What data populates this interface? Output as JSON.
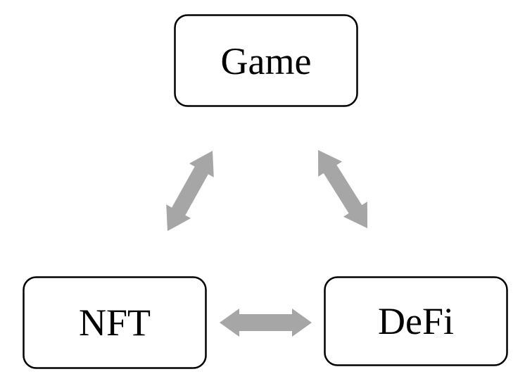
{
  "diagram": {
    "nodes": [
      {
        "id": "game",
        "label": "Game"
      },
      {
        "id": "nft",
        "label": "NFT"
      },
      {
        "id": "defi",
        "label": "DeFi"
      }
    ],
    "edges": [
      {
        "from": "game",
        "to": "nft",
        "style": "double-arrow"
      },
      {
        "from": "game",
        "to": "defi",
        "style": "double-arrow"
      },
      {
        "from": "nft",
        "to": "defi",
        "style": "double-arrow"
      }
    ]
  },
  "colors": {
    "arrow": "#a6a6a6",
    "node_border": "#000000",
    "node_fill": "#ffffff",
    "label_text": "#000000",
    "background": "#ffffff"
  }
}
